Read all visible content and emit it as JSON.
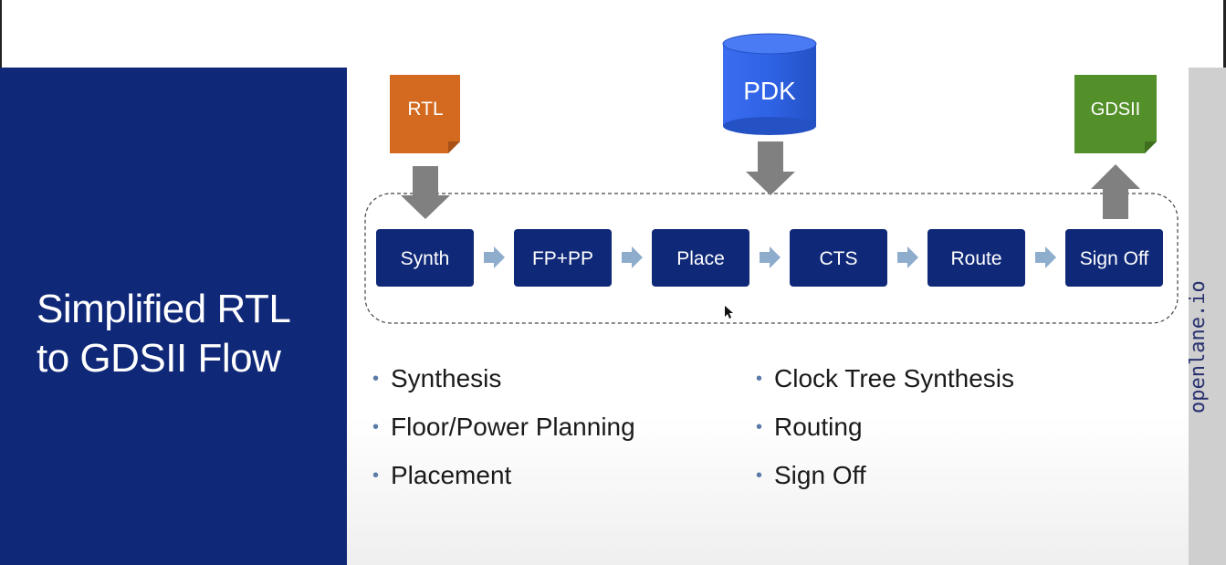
{
  "slide": {
    "title_lines": [
      "Simplified RTL",
      "to GDSII Flow"
    ],
    "brand": "openlane.io"
  },
  "inputs": {
    "rtl": "RTL",
    "pdk": "PDK",
    "gdsii": "GDSII"
  },
  "stages": [
    "Synth",
    "FP+PP",
    "Place",
    "CTS",
    "Route",
    "Sign Off"
  ],
  "bullets_left": [
    "Synthesis",
    "Floor/Power Planning",
    "Placement"
  ],
  "bullets_right": [
    "Clock Tree Synthesis",
    "Routing",
    "Sign Off"
  ],
  "colors": {
    "title_bg": "#0f2878",
    "stage_fill": "#0f2878",
    "rtl_doc": "#d46a1f",
    "pdk_cylinder": "#2f63e6",
    "gdsii_doc": "#54902a",
    "arrow_gray": "#808080",
    "chevron": "#8eaccc"
  },
  "icons": {
    "bullet": "•"
  }
}
